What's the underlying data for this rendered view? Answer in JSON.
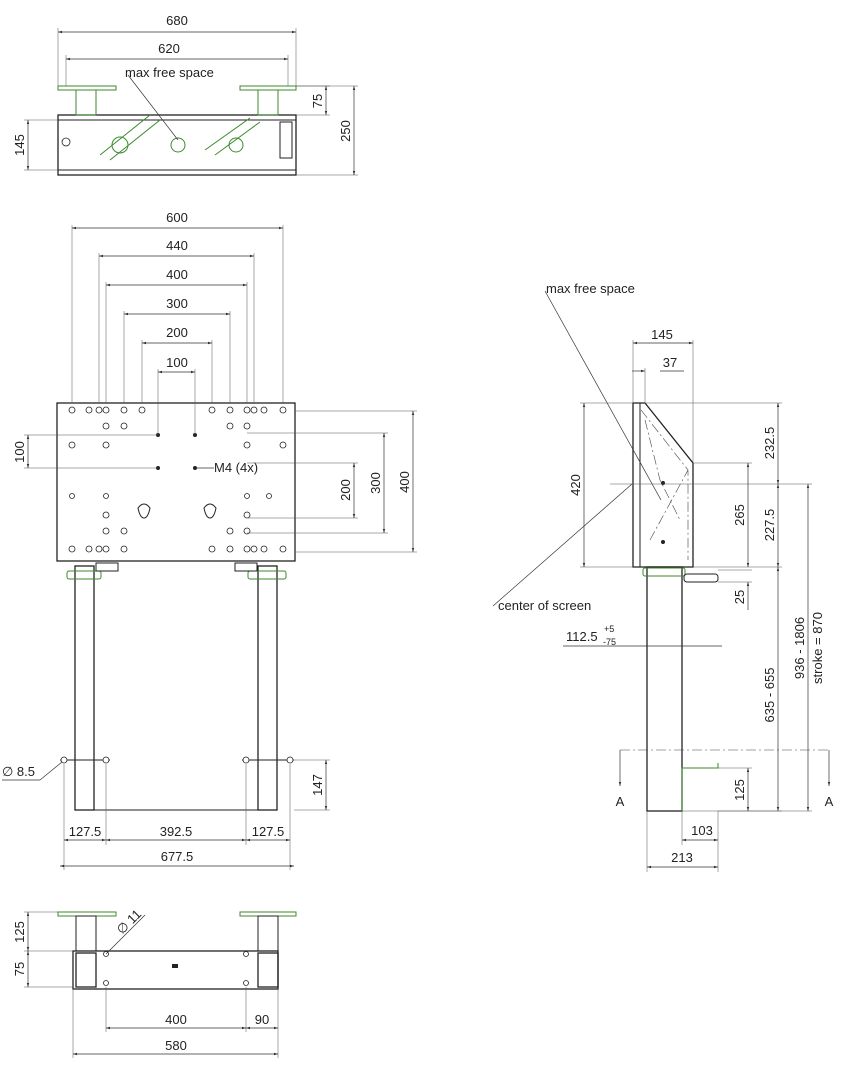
{
  "top_view": {
    "dim_680": "680",
    "dim_620": "620",
    "dim_75": "75",
    "dim_250": "250",
    "dim_145": "145",
    "label_max_free_space": "max free space"
  },
  "front_view": {
    "dim_600": "600",
    "dim_440": "440",
    "dim_400": "400",
    "dim_300": "300",
    "dim_200": "200",
    "dim_100": "100",
    "dim_100_left": "100",
    "label_m4": "M4 (4x)",
    "dim_200_right": "200",
    "dim_300_right": "300",
    "dim_400_right": "400",
    "dim_dia_8_5": "∅ 8.5",
    "dim_147": "147",
    "dim_127_5_left": "127.5",
    "dim_392_5": "392.5",
    "dim_127_5_right": "127.5",
    "dim_677_5": "677.5"
  },
  "side_view": {
    "label_max_free_space": "max free space",
    "dim_145": "145",
    "dim_37": "37",
    "dim_420": "420",
    "dim_232_5": "232.5",
    "dim_265": "265",
    "dim_227_5": "227.5",
    "label_center_of_screen": "center of screen",
    "dim_25": "25",
    "dim_112_5": "112.5",
    "dim_112_5_tol_plus": "+5",
    "dim_112_5_tol_minus": "-75",
    "dim_635_655": "635 - 655",
    "dim_936_1806": "936 - 1806",
    "label_stroke": "stroke = 870",
    "dim_125": "125",
    "dim_103": "103",
    "dim_213": "213",
    "section_left": "A",
    "section_right": "A"
  },
  "bottom_view": {
    "dim_125": "125",
    "dim_75": "75",
    "dim_dia_11": "∅ 11",
    "dim_400": "400",
    "dim_90": "90",
    "dim_580": "580"
  }
}
